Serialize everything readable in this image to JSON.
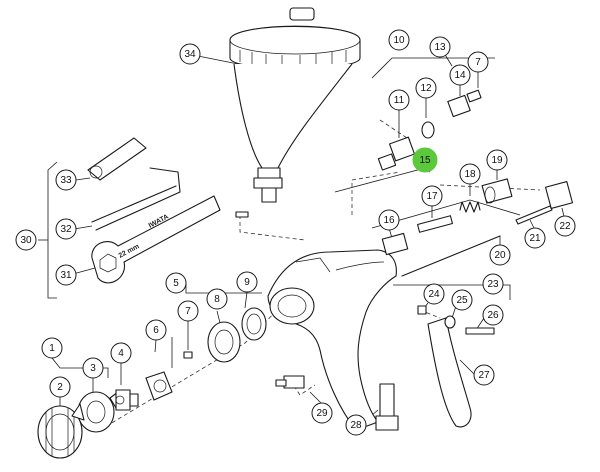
{
  "highlight_color": "#5cc83c",
  "highlighted_callout": "15",
  "callouts": [
    {
      "id": "1",
      "label": "1"
    },
    {
      "id": "2",
      "label": "2"
    },
    {
      "id": "3",
      "label": "3"
    },
    {
      "id": "4",
      "label": "4"
    },
    {
      "id": "5",
      "label": "5"
    },
    {
      "id": "6",
      "label": "6"
    },
    {
      "id": "7a",
      "label": "7"
    },
    {
      "id": "8",
      "label": "8"
    },
    {
      "id": "9",
      "label": "9"
    },
    {
      "id": "10",
      "label": "10"
    },
    {
      "id": "11",
      "label": "11"
    },
    {
      "id": "12",
      "label": "12"
    },
    {
      "id": "13",
      "label": "13"
    },
    {
      "id": "14",
      "label": "14"
    },
    {
      "id": "7b",
      "label": "7"
    },
    {
      "id": "15",
      "label": "15"
    },
    {
      "id": "16",
      "label": "16"
    },
    {
      "id": "17",
      "label": "17"
    },
    {
      "id": "18",
      "label": "18"
    },
    {
      "id": "19",
      "label": "19"
    },
    {
      "id": "20",
      "label": "20"
    },
    {
      "id": "21",
      "label": "21"
    },
    {
      "id": "22",
      "label": "22"
    },
    {
      "id": "23",
      "label": "23"
    },
    {
      "id": "24",
      "label": "24"
    },
    {
      "id": "25",
      "label": "25"
    },
    {
      "id": "26",
      "label": "26"
    },
    {
      "id": "27",
      "label": "27"
    },
    {
      "id": "28",
      "label": "28"
    },
    {
      "id": "29",
      "label": "29"
    },
    {
      "id": "30",
      "label": "30"
    },
    {
      "id": "31",
      "label": "31"
    },
    {
      "id": "32",
      "label": "32"
    },
    {
      "id": "33",
      "label": "33"
    },
    {
      "id": "34",
      "label": "34"
    }
  ],
  "wrench_text": {
    "brand": "IWATA",
    "size": "22 mm"
  }
}
